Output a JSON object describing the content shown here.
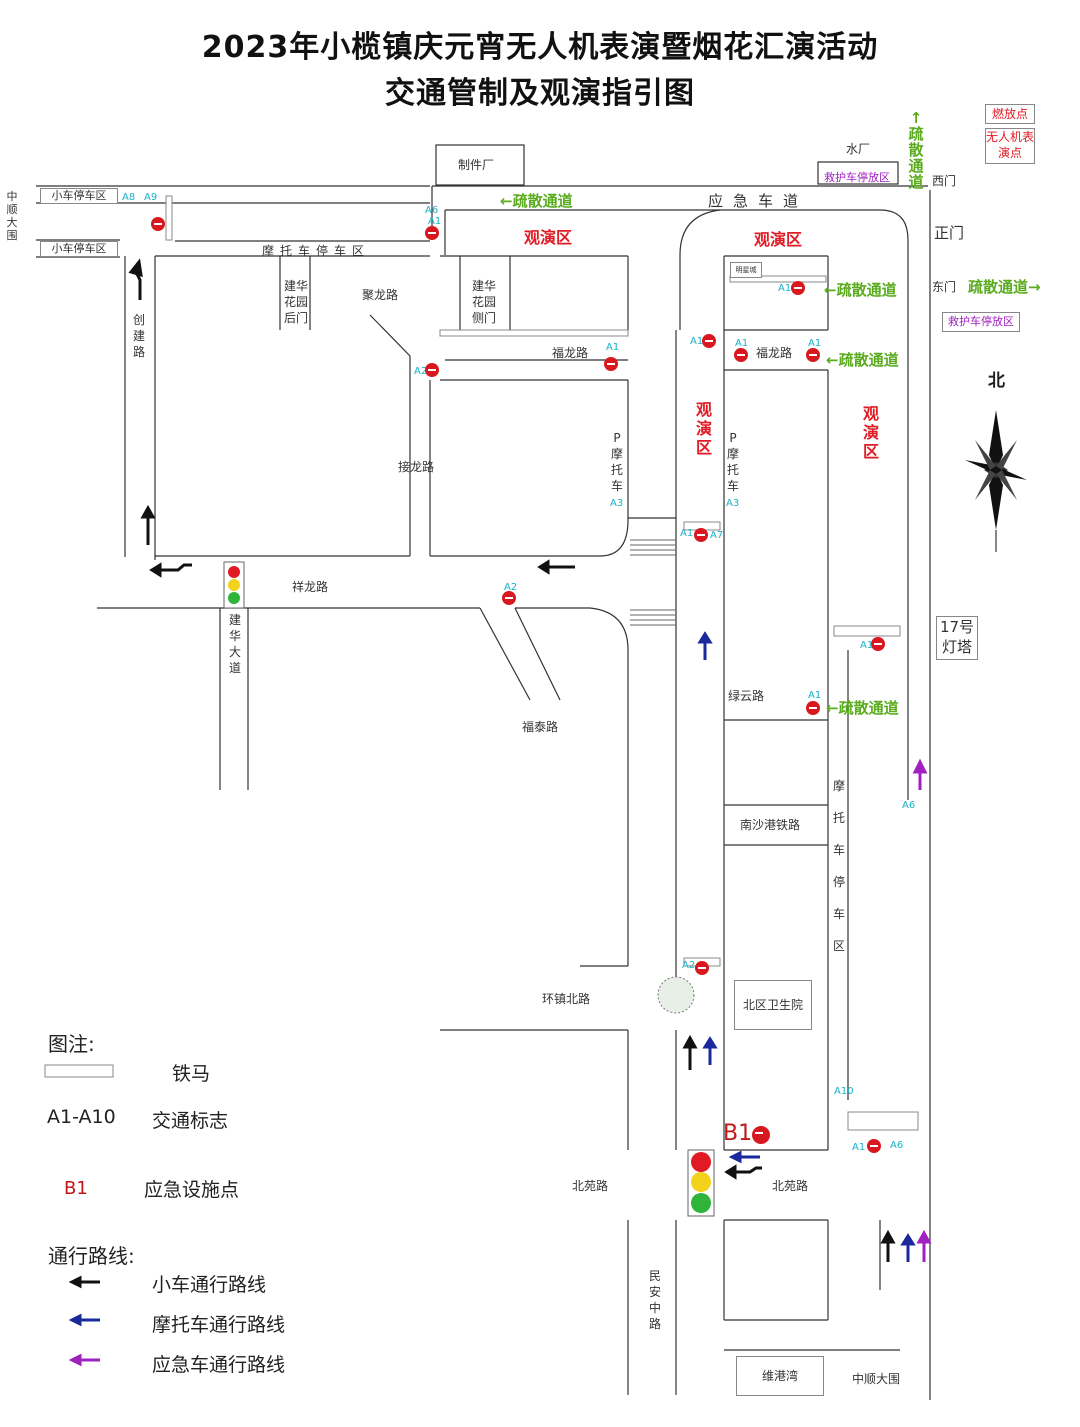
{
  "title_line1": "2023年小榄镇庆元宵无人机表演暨烟花汇演活动",
  "title_line2": "交通管制及观演指引图",
  "top_right_legend": {
    "launch_point": "燃放点",
    "drone_point": "无人机表演点"
  },
  "places": {
    "zhijianchang": "制件厂",
    "shuichang": "水厂",
    "ambulance_north": "救护车停放区",
    "ambulance_east": "救护车停放区",
    "ximen": "西门",
    "zhengmen": "正门",
    "dongmen": "东门",
    "small_parking_1": "小车停车区",
    "small_parking_2": "小车停车区",
    "moto_parking_top": "摩托车停车区",
    "zhongshundawei_left": "中顺大围",
    "jianhua_back": "建华花园后门",
    "jianhua_side": "建华花园侧门",
    "building_small": "明星城",
    "lighthouse": "17号灯塔",
    "nanshagang_rail": "南沙港铁路",
    "beiqu_hospital": "北区卫生院",
    "weigangwan": "维港湾",
    "zhongshundawei_bottom": "中顺大围",
    "moto_parking_right": "摩托车停车区",
    "p_moto_1": "P摩托车",
    "p_moto_2": "P摩托车"
  },
  "roads": {
    "yingji": "应急车道",
    "julong": "聚龙路",
    "fulong_1": "福龙路",
    "fulong_2": "福龙路",
    "jielong": "接龙路",
    "xianglong": "祥龙路",
    "chuangjian": "创建路",
    "jianhua_dadao": "建华大道",
    "futai": "福泰路",
    "lvyun": "绿云路",
    "huanzhen_bei": "环镇北路",
    "beiyuan_1": "北苑路",
    "beiyuan_2": "北苑路",
    "minan_zhong": "民安中路"
  },
  "zones": {
    "view_1": "观演区",
    "view_2": "观演区",
    "view_3": "观演区",
    "view_4": "观演区"
  },
  "evac": {
    "top": "←疏散通道",
    "right_vertical": "↑疏散通道",
    "e1": "←疏散通道",
    "e2": "疏散通道→",
    "e3": "←疏散通道",
    "e4": "←疏散通道"
  },
  "north_label": "北",
  "emergency_label": "B1",
  "signs": [
    "A8",
    "A9",
    "A6",
    "A1",
    "A1",
    "A2",
    "A1",
    "A1",
    "A1",
    "A1",
    "A1",
    "A2",
    "A7",
    "A3",
    "A3",
    "A1",
    "A1",
    "A6",
    "A10",
    "A1",
    "A6",
    "A2"
  ],
  "legend": {
    "title": "图注:",
    "barrier": "铁马",
    "sign_code": "A1-A10",
    "sign_text": "交通标志",
    "emerg_code": "B1",
    "emerg_text": "应急设施点",
    "routes_title": "通行路线:",
    "car_route": "小车通行路线",
    "moto_route": "摩托车通行路线",
    "emerg_route": "应急车通行路线"
  },
  "colors": {
    "red": "#e01b24",
    "green": "#5aab1e",
    "blue": "#1a2a9c",
    "purple": "#a020c0",
    "cyan": "#19b3c8"
  }
}
